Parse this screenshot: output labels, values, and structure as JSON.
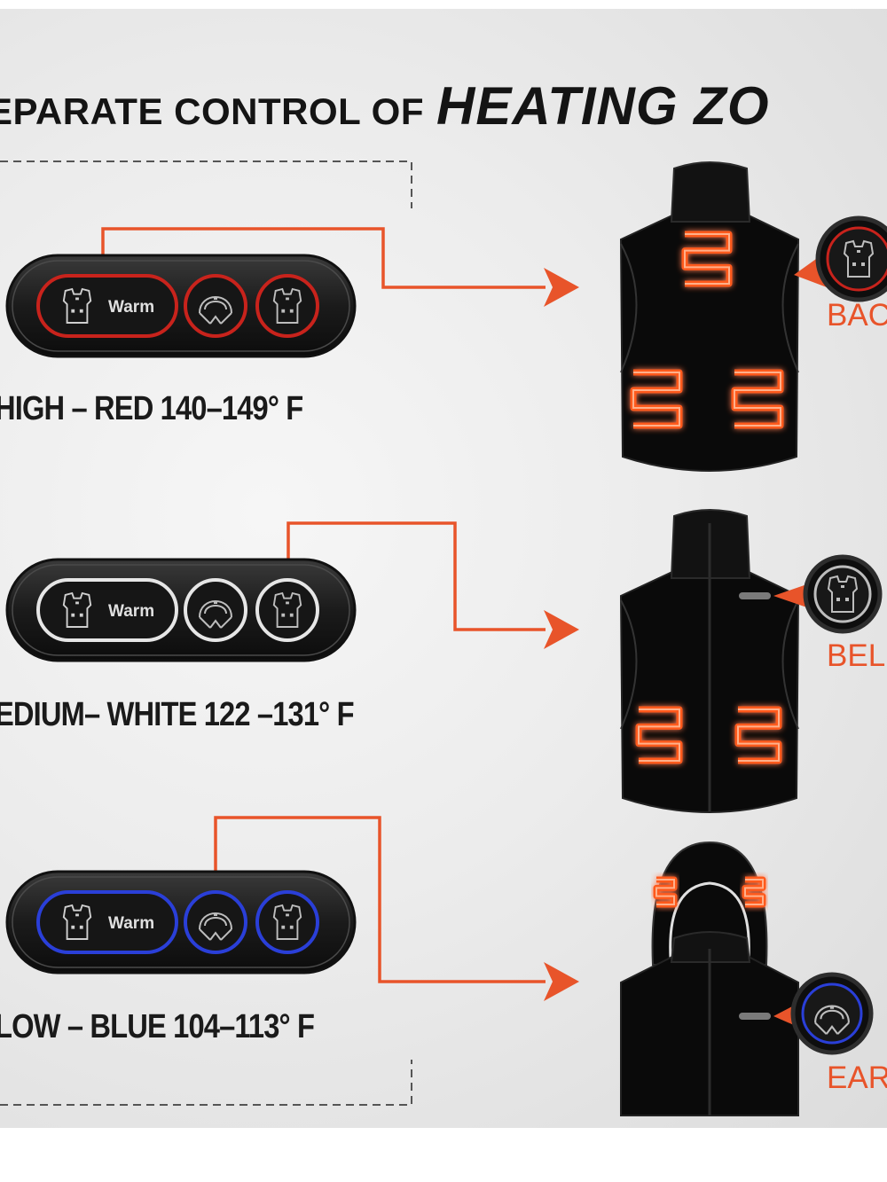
{
  "title": {
    "prefix": "EPARATE CONTROL OF",
    "emphasis": "HEATING ZO"
  },
  "controller_label": "Warm",
  "colors": {
    "accent": "#e8542a",
    "high": "#c8231c",
    "medium": "#e6e6e6",
    "low": "#2a3fd8",
    "vest": "#0a0a0a",
    "heat": "#ff5a1f"
  },
  "levels": [
    {
      "label": "HIGH – RED 140–149°  F",
      "ring_color": "#c8231c",
      "active_button": "warm",
      "zone": "BAC"
    },
    {
      "label": "EDIUM– WHITE 122 –131°  F",
      "ring_color": "#e6e6e6",
      "active_button": "vest",
      "zone": "BEL"
    },
    {
      "label": "LOW – BLUE 104–113°  F",
      "ring_color": "#2a3fd8",
      "active_button": "hood",
      "zone": "EAR"
    }
  ],
  "icons": [
    "vest-icon",
    "hood-icon",
    "arrow-right-icon",
    "heating-pad-icon"
  ]
}
